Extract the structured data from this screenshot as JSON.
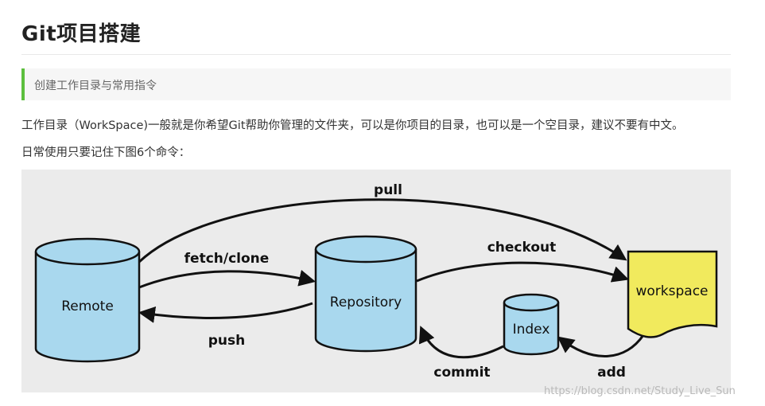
{
  "header": {
    "title": "Git项目搭建"
  },
  "quote": {
    "text": "创建工作目录与常用指令"
  },
  "paragraphs": {
    "p1": "工作目录（WorkSpace)一般就是你希望Git帮助你管理的文件夹，可以是你项目的目录，也可以是一个空目录，建议不要有中文。",
    "p2": "日常使用只要记住下图6个命令："
  },
  "diagram": {
    "nodes": {
      "remote": "Remote",
      "repository": "Repository",
      "index": "Index",
      "workspace": "workspace"
    },
    "arrows": {
      "pull": "pull",
      "fetch_clone": "fetch/clone",
      "push": "push",
      "checkout": "checkout",
      "commit": "commit",
      "add": "add"
    },
    "colors": {
      "cylinder_fill": "#a9d8ee",
      "workspace_fill": "#f1ea5d",
      "background": "#ebebeb",
      "accent_bar": "#5cbf3d"
    }
  },
  "watermark": {
    "text": "https://blog.csdn.net/Study_Live_Sun"
  }
}
